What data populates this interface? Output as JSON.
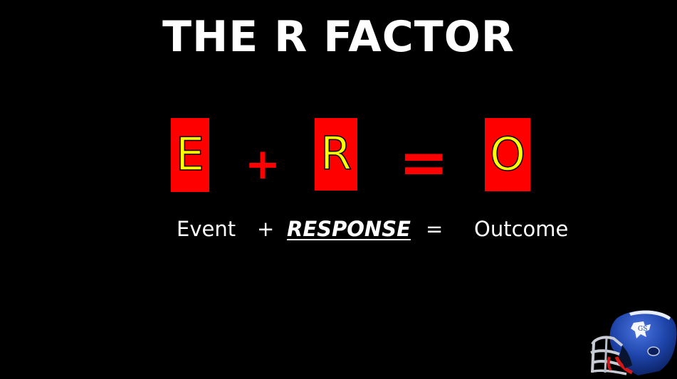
{
  "slide": {
    "title": "THE R FACTOR",
    "formula": {
      "e_letter": "E",
      "plus_symbol": "+",
      "r_letter": "R",
      "equals_symbol": "=",
      "o_letter": "O"
    },
    "words": {
      "event": "Event",
      "plus": "+",
      "response": "RESPONSE",
      "equals": "=",
      "outcome": "Outcome"
    },
    "colors": {
      "background": "#000000",
      "box_fill": "#ff0000",
      "letter_fill": "#ffff00",
      "operator": "#ff0000",
      "text": "#ffffff",
      "helmet": "#1a3fa0"
    },
    "logo": {
      "icon": "football-helmet-icon"
    }
  }
}
